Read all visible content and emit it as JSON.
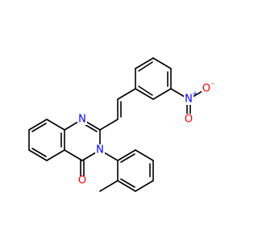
{
  "molecule": {
    "atoms": {
      "n1": {
        "symbol": "N",
        "color": "#0000ff"
      },
      "n3": {
        "symbol": "N",
        "color": "#0000ff"
      },
      "o4": {
        "symbol": "O",
        "color": "#ff0000"
      },
      "no2_n": {
        "symbol": "N",
        "color": "#0000ff",
        "charge": "+"
      },
      "no2_o1": {
        "symbol": "O",
        "color": "#ff0000",
        "charge": "-"
      },
      "no2_o2": {
        "symbol": "O",
        "color": "#ff0000"
      }
    },
    "bond_color": "#000000"
  }
}
